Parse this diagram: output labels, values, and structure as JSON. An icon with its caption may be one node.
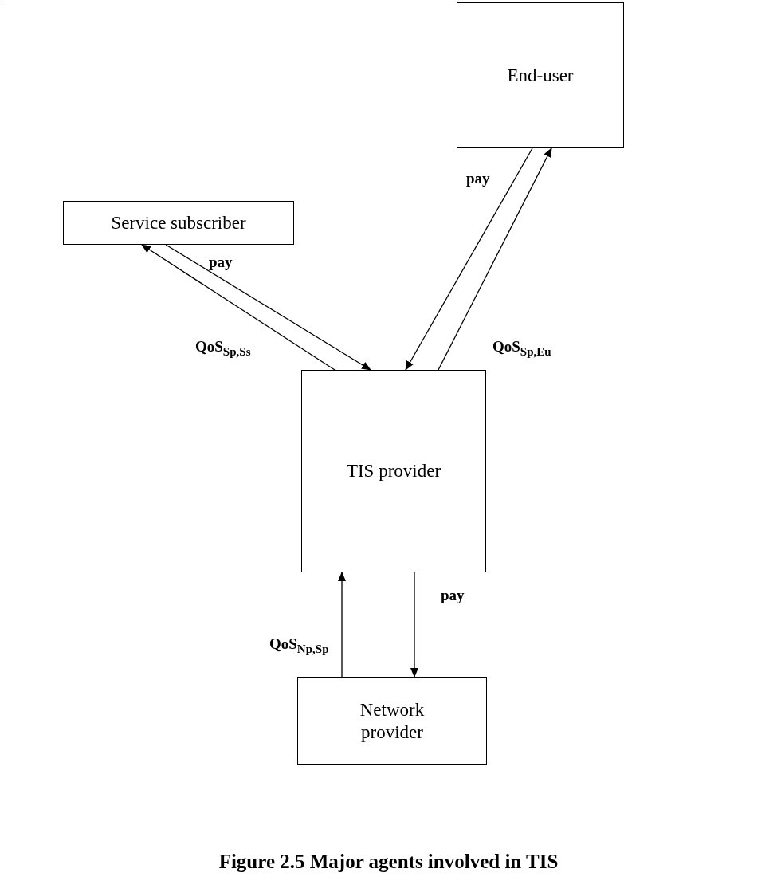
{
  "diagram": {
    "caption": "Figure 2.5 Major agents involved in TIS",
    "nodes": [
      {
        "text": [
          "End-user"
        ]
      },
      {
        "text": [
          "Service subscriber"
        ]
      },
      {
        "text": [
          "TIS provider"
        ]
      },
      {
        "text": [
          "Network provider"
        ]
      }
    ],
    "edges": [
      {
        "from": 2,
        "to": 1,
        "arrow": "to",
        "label": "QoS$_{Sp,Ss}$"
      },
      {
        "from": 1,
        "to": 2,
        "arrow": "to",
        "label": "pay"
      },
      {
        "from": 0,
        "to": 2,
        "arrow": "to",
        "label": "pay"
      },
      {
        "from": 2,
        "to": 0,
        "arrow": "to",
        "label": "QoS$_{Sp,Eu}$"
      },
      {
        "from": 3,
        "to": 2,
        "arrow": "to",
        "label": "QoS$_{Np,Sp}$"
      },
      {
        "from": 2,
        "to": 3,
        "arrow": "to",
        "label": "pay"
      }
    ]
  }
}
